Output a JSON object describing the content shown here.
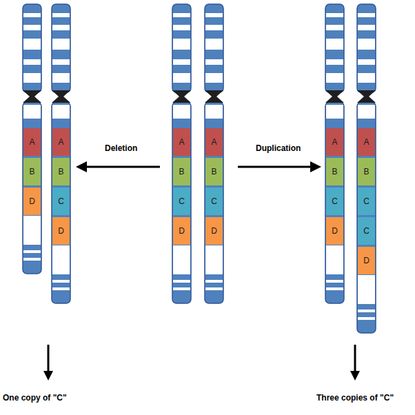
{
  "diagram": {
    "nodes": [
      {
        "text": [
          "A"
        ]
      },
      {
        "text": [
          "B"
        ]
      },
      {
        "text": [
          "D"
        ]
      },
      {
        "text": [
          "A"
        ]
      },
      {
        "text": [
          "B"
        ]
      },
      {
        "text": [
          "C"
        ]
      },
      {
        "text": [
          "D"
        ]
      },
      {
        "text": [
          "A"
        ]
      },
      {
        "text": [
          "B"
        ]
      },
      {
        "text": [
          "C"
        ]
      },
      {
        "text": [
          "D"
        ]
      },
      {
        "text": [
          "A"
        ]
      },
      {
        "text": [
          "B"
        ]
      },
      {
        "text": [
          "C"
        ]
      },
      {
        "text": [
          "D"
        ]
      },
      {
        "text": [
          "A"
        ]
      },
      {
        "text": [
          "B"
        ]
      },
      {
        "text": [
          "C"
        ]
      },
      {
        "text": [
          "D"
        ]
      },
      {
        "text": [
          "A"
        ]
      },
      {
        "text": [
          "B"
        ]
      },
      {
        "text": [
          "C"
        ]
      },
      {
        "text": [
          "C"
        ]
      },
      {
        "text": [
          "D"
        ]
      }
    ],
    "labels": [
      "Deletion",
      "Duplication",
      "One copy of \"C\"",
      "Three copies of \"C\""
    ]
  }
}
